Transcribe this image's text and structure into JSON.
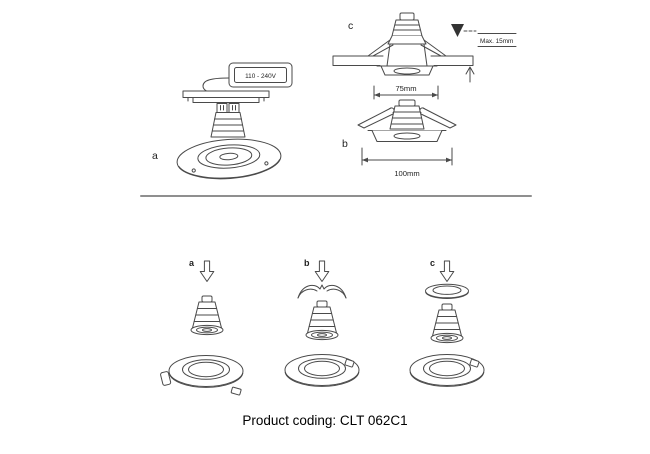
{
  "diagram": {
    "label_a": "a",
    "label_b": "b",
    "label_c": "c",
    "voltage": "110 - 240V",
    "max_recess": "Max. 15mm",
    "cutout_width": "75mm",
    "overall_width": "100mm"
  },
  "steps": {
    "label_a": "a",
    "label_b": "b",
    "label_c": "c"
  },
  "footer": {
    "product_coding": "Product coding: CLT 062C1"
  },
  "colors": {
    "line": "#4a4a4a",
    "divider": "#8f8f8f",
    "text": "#000000"
  }
}
